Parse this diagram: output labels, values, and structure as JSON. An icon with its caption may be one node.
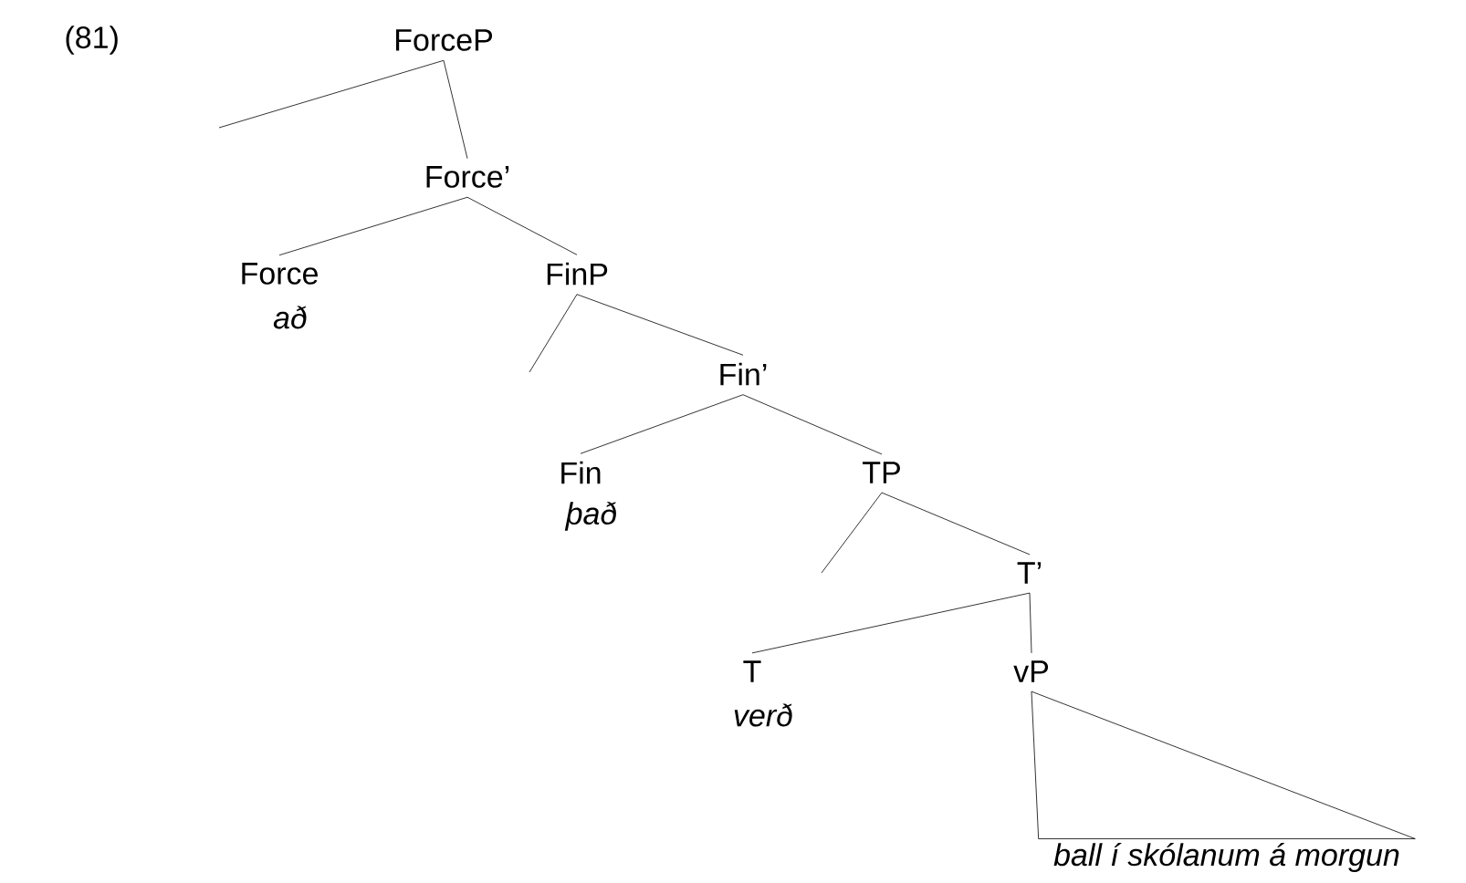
{
  "diagram": {
    "nodes": [
      {
        "text": [
          "ForceP"
        ]
      },
      {
        "text": [
          "Force’"
        ]
      },
      {
        "text": [
          "Force"
        ],
        "beside": [
          "að"
        ]
      },
      {
        "text": [
          "FinP"
        ]
      },
      {
        "text": [
          "Fin’"
        ]
      },
      {
        "text": [
          "Fin"
        ],
        "beside": [
          "það"
        ]
      },
      {
        "text": [
          "TP"
        ]
      },
      {
        "text": [
          "T’"
        ]
      },
      {
        "text": [
          "T"
        ],
        "beside": [
          "verð"
        ]
      },
      {
        "text": [
          "vP"
        ]
      },
      {
        "text": [
          "ball í skólanum á morgun"
        ]
      }
    ],
    "edges": [
      {
        "from": 0,
        "to": null,
        "arrow": "none"
      },
      {
        "from": 0,
        "to": 1,
        "arrow": "none"
      },
      {
        "from": 1,
        "to": 2,
        "arrow": "none"
      },
      {
        "from": 1,
        "to": 3,
        "arrow": "none"
      },
      {
        "from": 3,
        "to": null,
        "arrow": "none"
      },
      {
        "from": 3,
        "to": 4,
        "arrow": "none"
      },
      {
        "from": 4,
        "to": 5,
        "arrow": "none"
      },
      {
        "from": 4,
        "to": 6,
        "arrow": "none"
      },
      {
        "from": 6,
        "to": null,
        "arrow": "none"
      },
      {
        "from": 6,
        "to": 7,
        "arrow": "none"
      },
      {
        "from": 7,
        "to": 8,
        "arrow": "none"
      },
      {
        "from": 7,
        "to": 9,
        "arrow": "none"
      },
      {
        "from": 9,
        "to": 10,
        "arrow": "none"
      }
    ],
    "labels": [
      "(81)"
    ]
  }
}
